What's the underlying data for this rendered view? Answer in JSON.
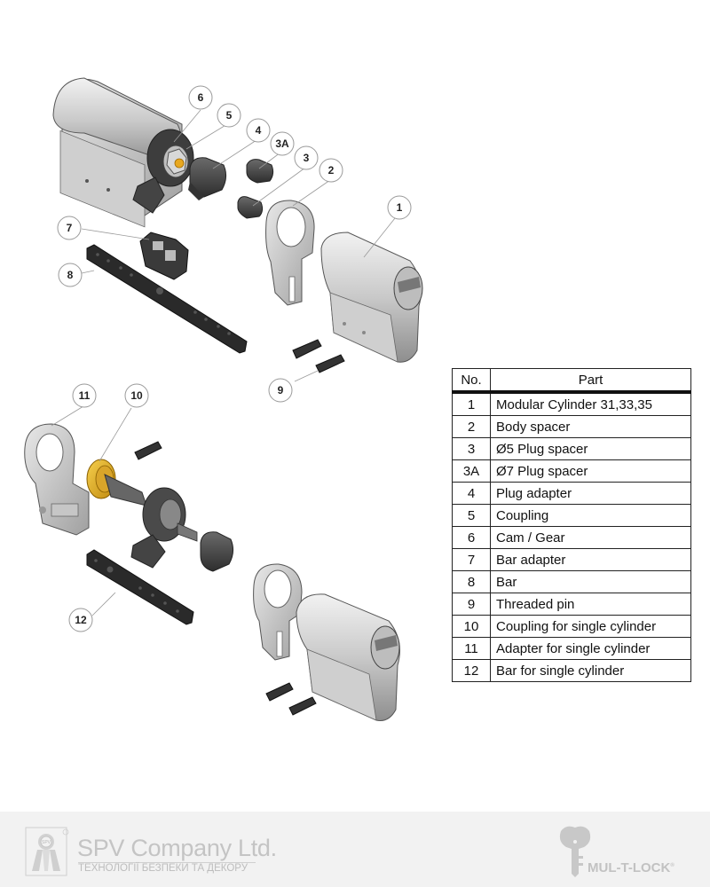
{
  "diagram": {
    "title": "Modular cylinder exploded view",
    "callouts_top": [
      "6",
      "5",
      "4",
      "3A",
      "3",
      "2",
      "1",
      "7",
      "8",
      "9"
    ],
    "callouts_bottom": [
      "11",
      "10",
      "12"
    ],
    "accent_color": "#e8b020"
  },
  "table": {
    "headers": {
      "no": "No.",
      "part": "Part"
    },
    "rows": [
      {
        "no": "1",
        "part": "Modular Cylinder 31,33,35"
      },
      {
        "no": "2",
        "part": "Body spacer"
      },
      {
        "no": "3",
        "part": "Ø5 Plug spacer"
      },
      {
        "no": "3A",
        "part": "Ø7 Plug spacer"
      },
      {
        "no": "4",
        "part": "Plug adapter"
      },
      {
        "no": "5",
        "part": "Coupling"
      },
      {
        "no": "6",
        "part": "Cam / Gear"
      },
      {
        "no": "7",
        "part": "Bar adapter"
      },
      {
        "no": "8",
        "part": "Bar"
      },
      {
        "no": "9",
        "part": "Threaded pin"
      },
      {
        "no": "10",
        "part": "Coupling for single cylinder"
      },
      {
        "no": "11",
        "part": "Adapter for single cylinder"
      },
      {
        "no": "12",
        "part": "Bar for single cylinder"
      }
    ]
  },
  "footer": {
    "company_name": "SPV Company Ltd.",
    "company_tagline": "ТЕХНОЛОГІЇ БЕЗПЕКИ ТА ДЕКОРУ",
    "company_logo_text": "SPV",
    "brand_name": "MUL-T-LOCK",
    "trademark": "®"
  }
}
